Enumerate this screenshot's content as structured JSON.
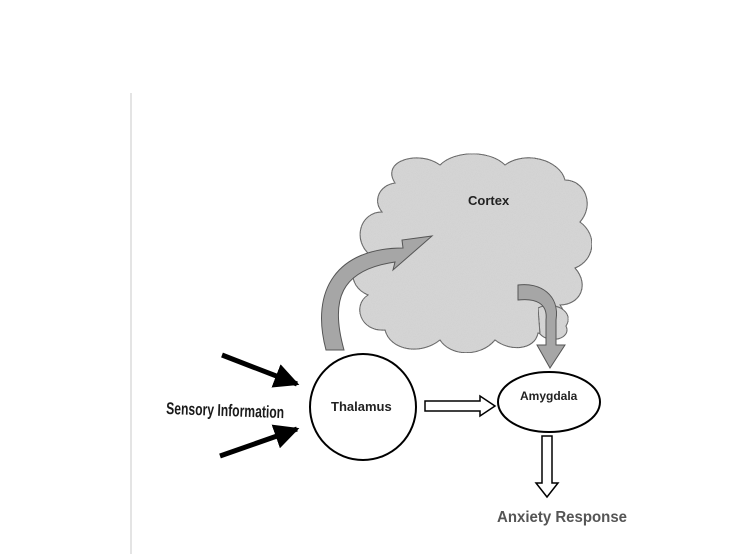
{
  "diagram": {
    "nodes": {
      "cortex": {
        "label": "Cortex"
      },
      "thalamus": {
        "label": "Thalamus"
      },
      "amygdala": {
        "label": "Amygdala"
      }
    },
    "input_label": "Sensory Information",
    "output_label": "Anxiety Response",
    "colors": {
      "cloud_fill": "#d9d9d9",
      "curved_arrow_fill": "#a6a6a6",
      "stroke": "#000000",
      "output_text": "#555555"
    }
  }
}
